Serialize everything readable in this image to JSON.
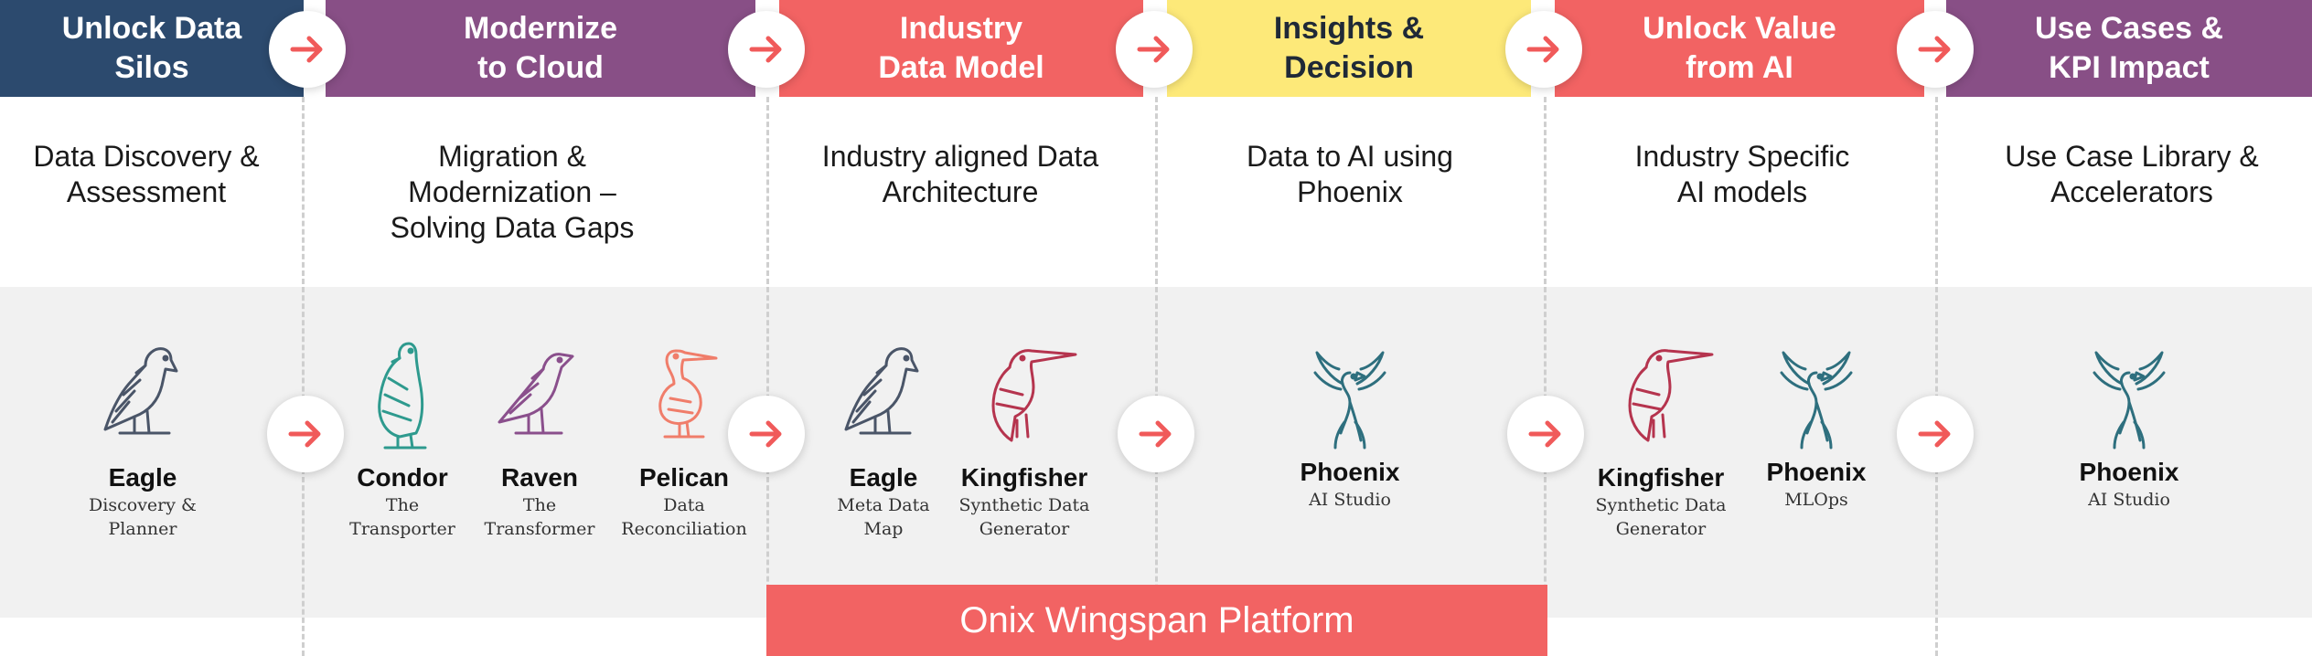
{
  "colors": {
    "navy": "#2c4a6e",
    "purple": "#884f86",
    "coral": "#f26363",
    "yellow": "#fde979",
    "arrow": "#f05a5a",
    "teal": "#2e7f86",
    "gray_icon": "#4a5568"
  },
  "stages": [
    {
      "title": "Unlock Data\nSilos",
      "subtitle": "Data Discovery &\nAssessment"
    },
    {
      "title": "Modernize\nto Cloud",
      "subtitle": "Migration &\nModernization –\nSolving Data Gaps"
    },
    {
      "title": "Industry\nData Model",
      "subtitle": "Industry aligned Data\nArchitecture"
    },
    {
      "title": "Insights &\nDecision",
      "subtitle": "Data to AI using\nPhoenix"
    },
    {
      "title": "Unlock Value\nfrom AI",
      "subtitle": "Industry Specific\nAI models"
    },
    {
      "title": "Use Cases &\nKPI Impact",
      "subtitle": "Use Case Library &\nAccelerators"
    }
  ],
  "tools": [
    {
      "name": "Eagle",
      "desc": "Discovery &\nPlanner",
      "icon": "eagle-icon"
    },
    {
      "name": "Condor",
      "desc": "The\nTransporter",
      "icon": "condor-icon"
    },
    {
      "name": "Raven",
      "desc": "The\nTransformer",
      "icon": "raven-icon"
    },
    {
      "name": "Pelican",
      "desc": "Data\nReconciliation",
      "icon": "pelican-icon"
    },
    {
      "name": "Eagle",
      "desc": "Meta Data\nMap",
      "icon": "eagle-icon"
    },
    {
      "name": "Kingfisher",
      "desc": "Synthetic Data\nGenerator",
      "icon": "kingfisher-icon"
    },
    {
      "name": "Phoenix",
      "desc": "AI Studio",
      "icon": "phoenix-icon"
    },
    {
      "name": "Kingfisher",
      "desc": "Synthetic Data\nGenerator",
      "icon": "kingfisher-icon"
    },
    {
      "name": "Phoenix",
      "desc": "MLOps",
      "icon": "phoenix-icon"
    },
    {
      "name": "Phoenix",
      "desc": "AI Studio",
      "icon": "phoenix-icon"
    }
  ],
  "platform": {
    "label": "Onix Wingspan Platform"
  }
}
